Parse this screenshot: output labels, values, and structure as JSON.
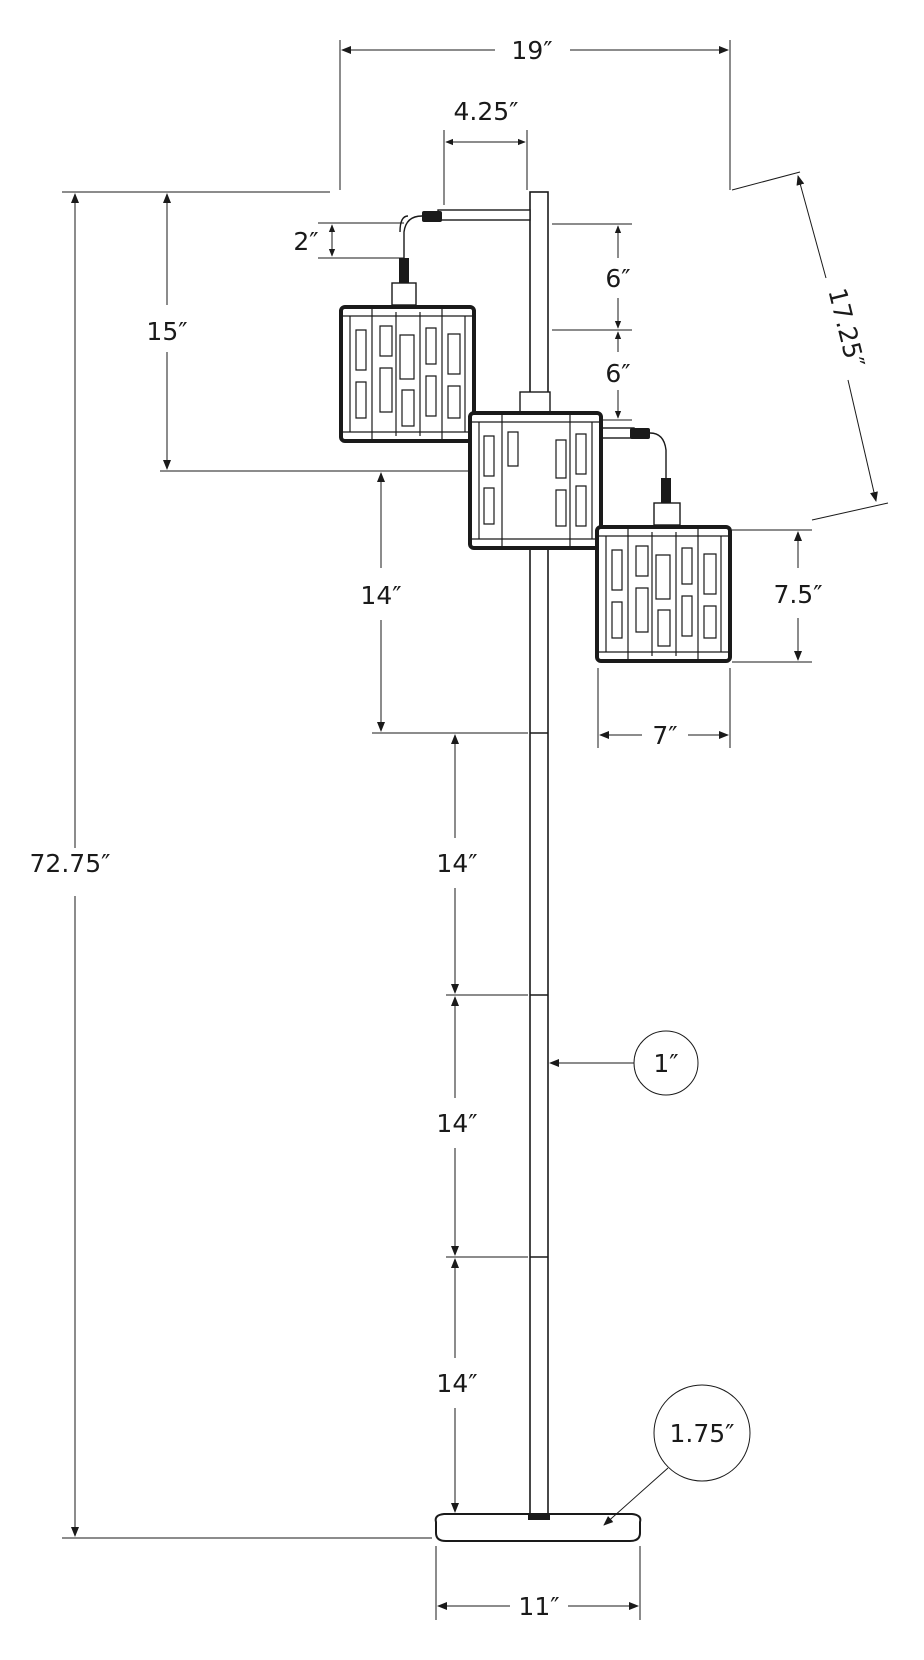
{
  "labels": {
    "overall_width": "19″",
    "arm_offset": "4.25″",
    "diagonal_span": "17.25″",
    "cord_drop": "2″",
    "top_to_arm_spacing_1": "6″",
    "top_to_arm_spacing_2": "6″",
    "upper_section": "15″",
    "section_1": "14″",
    "section_2": "14″",
    "section_3": "14″",
    "section_4": "14″",
    "total_height": "72.75″",
    "shade_height": "7.5″",
    "shade_width": "7″",
    "pole_diameter": "1″",
    "base_thickness": "1.75″",
    "base_width": "11″"
  },
  "colors": {
    "stroke": "#1a1a1a",
    "background": "#ffffff"
  }
}
